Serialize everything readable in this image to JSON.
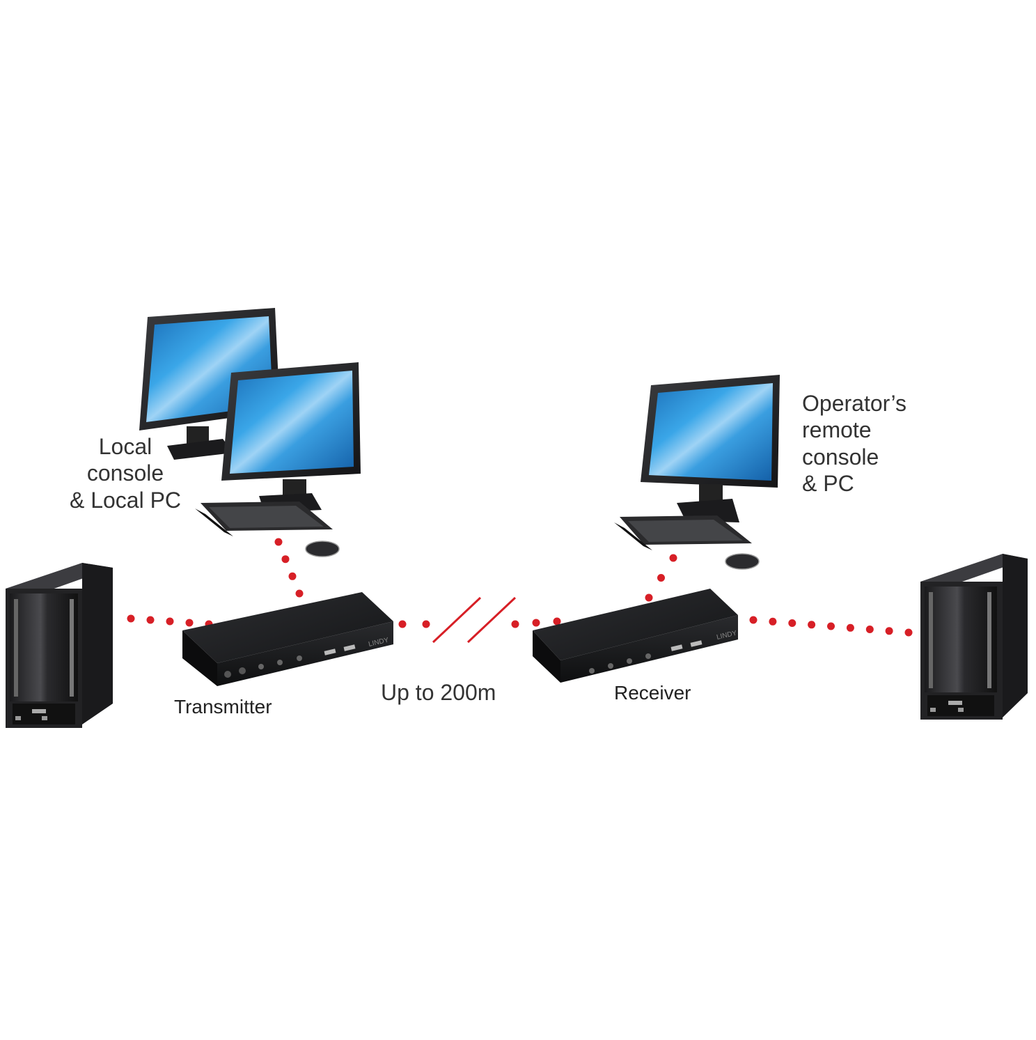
{
  "colors": {
    "link_dot": "#d71f26",
    "device_dark": "#1c1d1f",
    "screen_blue": "#2b8fd8"
  },
  "labels": {
    "local_console": [
      "Local",
      "console",
      "& Local PC"
    ],
    "operator_console": [
      "Operator’s",
      "remote",
      "console",
      "& PC"
    ],
    "transmitter": "Transmitter",
    "receiver": "Receiver",
    "distance": "Up to 200m"
  },
  "brand": "LINDY",
  "icons": {
    "pc_tower": "pc-tower-icon",
    "monitor": "monitor-icon",
    "keyboard": "keyboard-icon",
    "mouse": "mouse-icon",
    "extender": "kvm-extender-icon",
    "break": "cable-break-icon"
  }
}
